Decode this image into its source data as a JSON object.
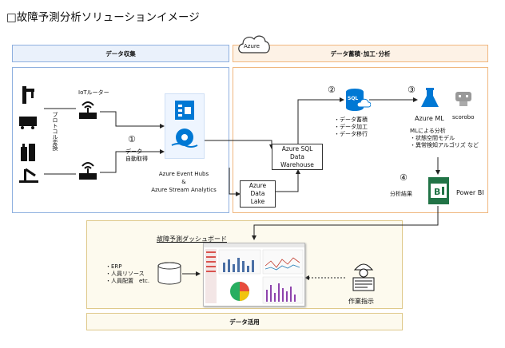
{
  "title": "□故障予測分析ソリューションイメージ",
  "sections": {
    "collection": "データ収集",
    "storage": "データ蓄積･加工･分析",
    "utilization": "データ活用",
    "cloud": "Azure"
  },
  "labels": {
    "iot_router": "IoTルーター",
    "protocol": "プロトコル変換",
    "step1": "①",
    "step1_text": "データ\n自動取得",
    "event_hubs": "Azure Event Hubs\n&\nAzure Stream Analytics",
    "sql_dw": "Azure SQL\nData\nWarehouse",
    "data_lake": "Azure\nData\nLake",
    "step2": "②",
    "step2_text": "・データ蓄積\n・データ加工\n・データ移行",
    "step3": "③",
    "azure_ml": "Azure ML",
    "scorobo": "scorobo",
    "ml_text": "MLによる分析\n・状態空間モデル\n・異常検知アルゴリズ など",
    "step4": "④",
    "step4_text": "分析結果",
    "power_bi": "Power BI",
    "dashboard": "故障予測ダッシュボード",
    "erp_text": "・ERP\n・人員リソース\n・人員配置　etc.",
    "work_instruction": "作業指示",
    "sql_badge": "SQL"
  },
  "colors": {
    "blue_border": "#8fb0df",
    "orange_border": "#f0b77f",
    "azure_blue": "#0078d4",
    "power_bi_green": "#217346"
  }
}
